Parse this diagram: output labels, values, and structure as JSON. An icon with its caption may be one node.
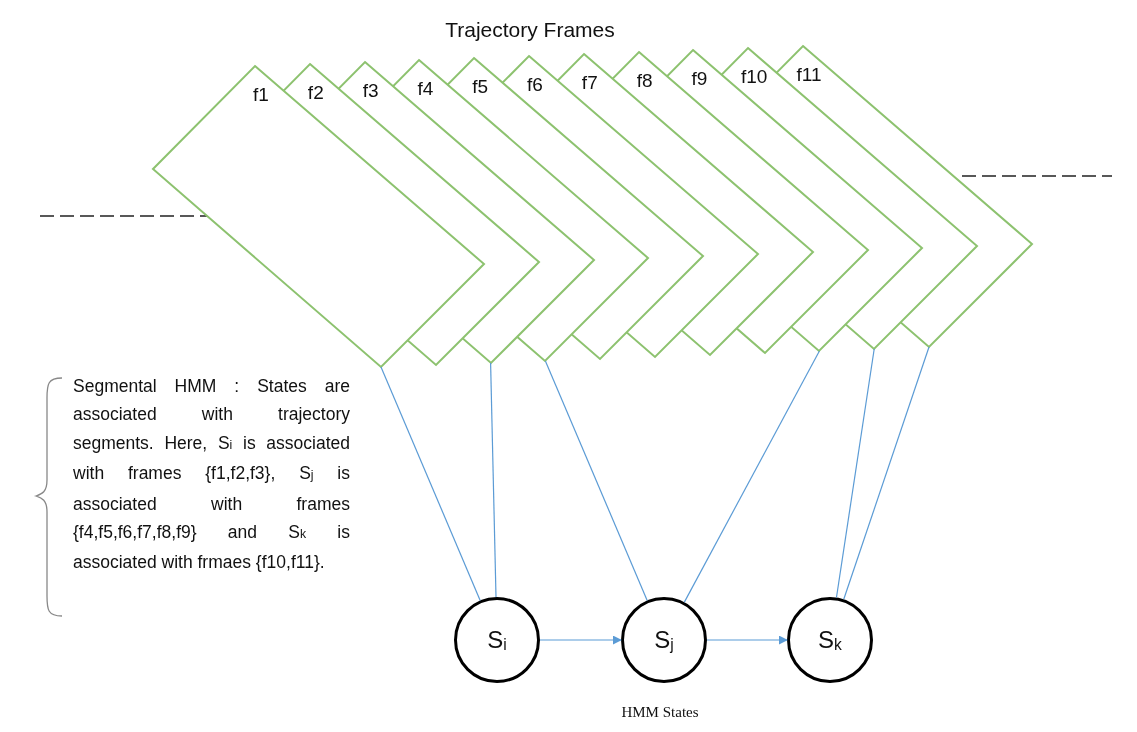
{
  "diagram": {
    "title": "Trajectory Frames",
    "nodes": [
      {
        "text": [
          "f1"
        ]
      },
      {
        "text": [
          "f2"
        ]
      },
      {
        "text": [
          "f3"
        ]
      },
      {
        "text": [
          "f4"
        ]
      },
      {
        "text": [
          "f5"
        ]
      },
      {
        "text": [
          "f6"
        ]
      },
      {
        "text": [
          "f7"
        ]
      },
      {
        "text": [
          "f8"
        ]
      },
      {
        "text": [
          "f9"
        ]
      },
      {
        "text": [
          "f10"
        ]
      },
      {
        "text": [
          "f11"
        ]
      },
      {
        "text": [
          "S$_{i}$"
        ]
      },
      {
        "text": [
          "S$_{j}$"
        ]
      },
      {
        "text": [
          "S$_{k}$"
        ]
      }
    ],
    "edges": [
      {
        "from": 0,
        "to": 11,
        "arrow": "none"
      },
      {
        "from": 2,
        "to": 11,
        "arrow": "none"
      },
      {
        "from": 3,
        "to": 12,
        "arrow": "none"
      },
      {
        "from": 8,
        "to": 12,
        "arrow": "none"
      },
      {
        "from": 9,
        "to": 13,
        "arrow": "none"
      },
      {
        "from": 10,
        "to": 13,
        "arrow": "none"
      },
      {
        "from": 11,
        "to": 12,
        "arrow": "to"
      },
      {
        "from": 12,
        "to": 13,
        "arrow": "to"
      }
    ],
    "labels": [
      "Segmental HMM : States are associated with trajectory segments. Here, S$_{i}$ is associated with frames {f1,f2,f3}, S$_{j}$ is associated with frames {f4,f5,f6,f7,f8,f9} and S$_{k}$ is associated with frmaes {f10,f11}.",
      "HMM States"
    ]
  }
}
